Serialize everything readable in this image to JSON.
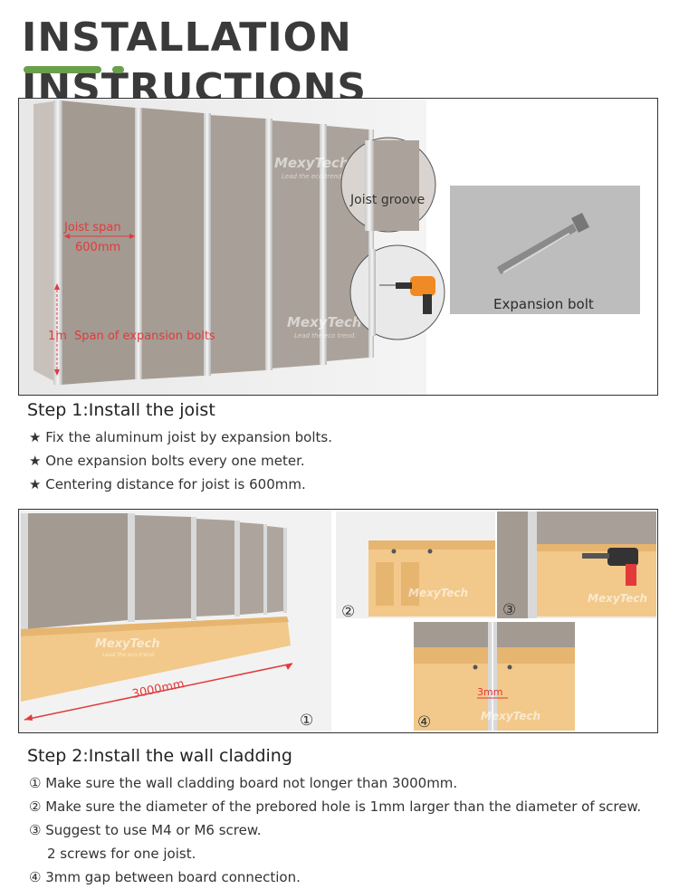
{
  "page": {
    "title": "INSTALLATION INSTRUCTIONS"
  },
  "brand": {
    "logo_text": "MexyTech",
    "slogan": "Lead the eco trend."
  },
  "figure1": {
    "joist_span_label": "Joist span",
    "joist_span_value": "600mm",
    "bolt_span_value": "1m",
    "bolt_span_label": "Span of expansion bolts",
    "groove_label": "Joist groove",
    "bolt_label": "Expansion bolt"
  },
  "step1": {
    "title": "Step 1:Install the joist",
    "items": [
      "★ Fix the aluminum joist by expansion bolts.",
      "★ One expansion bolts every one meter.",
      "★ Centering distance for joist is 600mm."
    ]
  },
  "figure2": {
    "length_label": "3000mm",
    "gap_label": "3mm",
    "marker_1": "①",
    "marker_2": "②",
    "marker_3": "③",
    "marker_4": "④"
  },
  "step2": {
    "title": "Step 2:Install the wall cladding",
    "items": [
      "① Make sure the wall cladding board not longer than 3000mm.",
      "② Make sure the diameter of the prebored hole is 1mm larger than the diameter of screw.",
      "③ Suggest to use M4 or M6 screw.",
      "2 screws for one joist.",
      "④ 3mm gap between board connection."
    ]
  },
  "colors": {
    "accent_green": "#6a9f4c",
    "panel_taupe": "#a39a92",
    "board_orange": "#f2c98a",
    "label_red": "#e23a3a"
  }
}
